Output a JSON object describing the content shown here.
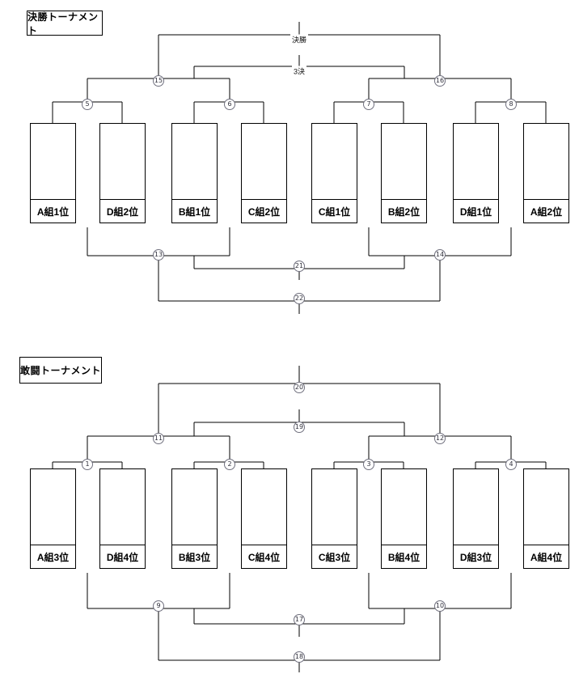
{
  "page": {
    "background": "#ffffff",
    "line_color": "#000000"
  },
  "sections": [
    {
      "title": "決勝トーナメント",
      "final_label": "決勝",
      "third_place_label": "3決",
      "teams": [
        "A組1位",
        "D組2位",
        "B組1位",
        "C組2位",
        "C組1位",
        "B組2位",
        "D組1位",
        "A組2位"
      ],
      "matches": {
        "round1": [
          "5",
          "6",
          "7",
          "8"
        ],
        "semifinal": [
          "15",
          "16"
        ],
        "losers_round1": [
          "13",
          "14"
        ],
        "losers_round2": "21",
        "losers_final": "22"
      }
    },
    {
      "title": "敢闘トーナメント",
      "teams": [
        "A組3位",
        "D組4位",
        "B組3位",
        "C組4位",
        "C組3位",
        "B組4位",
        "D組3位",
        "A組4位"
      ],
      "matches": {
        "round1": [
          "1",
          "2",
          "3",
          "4"
        ],
        "semifinal": [
          "11",
          "12"
        ],
        "final": "20",
        "third_place": "19",
        "losers_round1": [
          "9",
          "10"
        ],
        "losers_round2": "17",
        "losers_final": "18"
      }
    }
  ]
}
